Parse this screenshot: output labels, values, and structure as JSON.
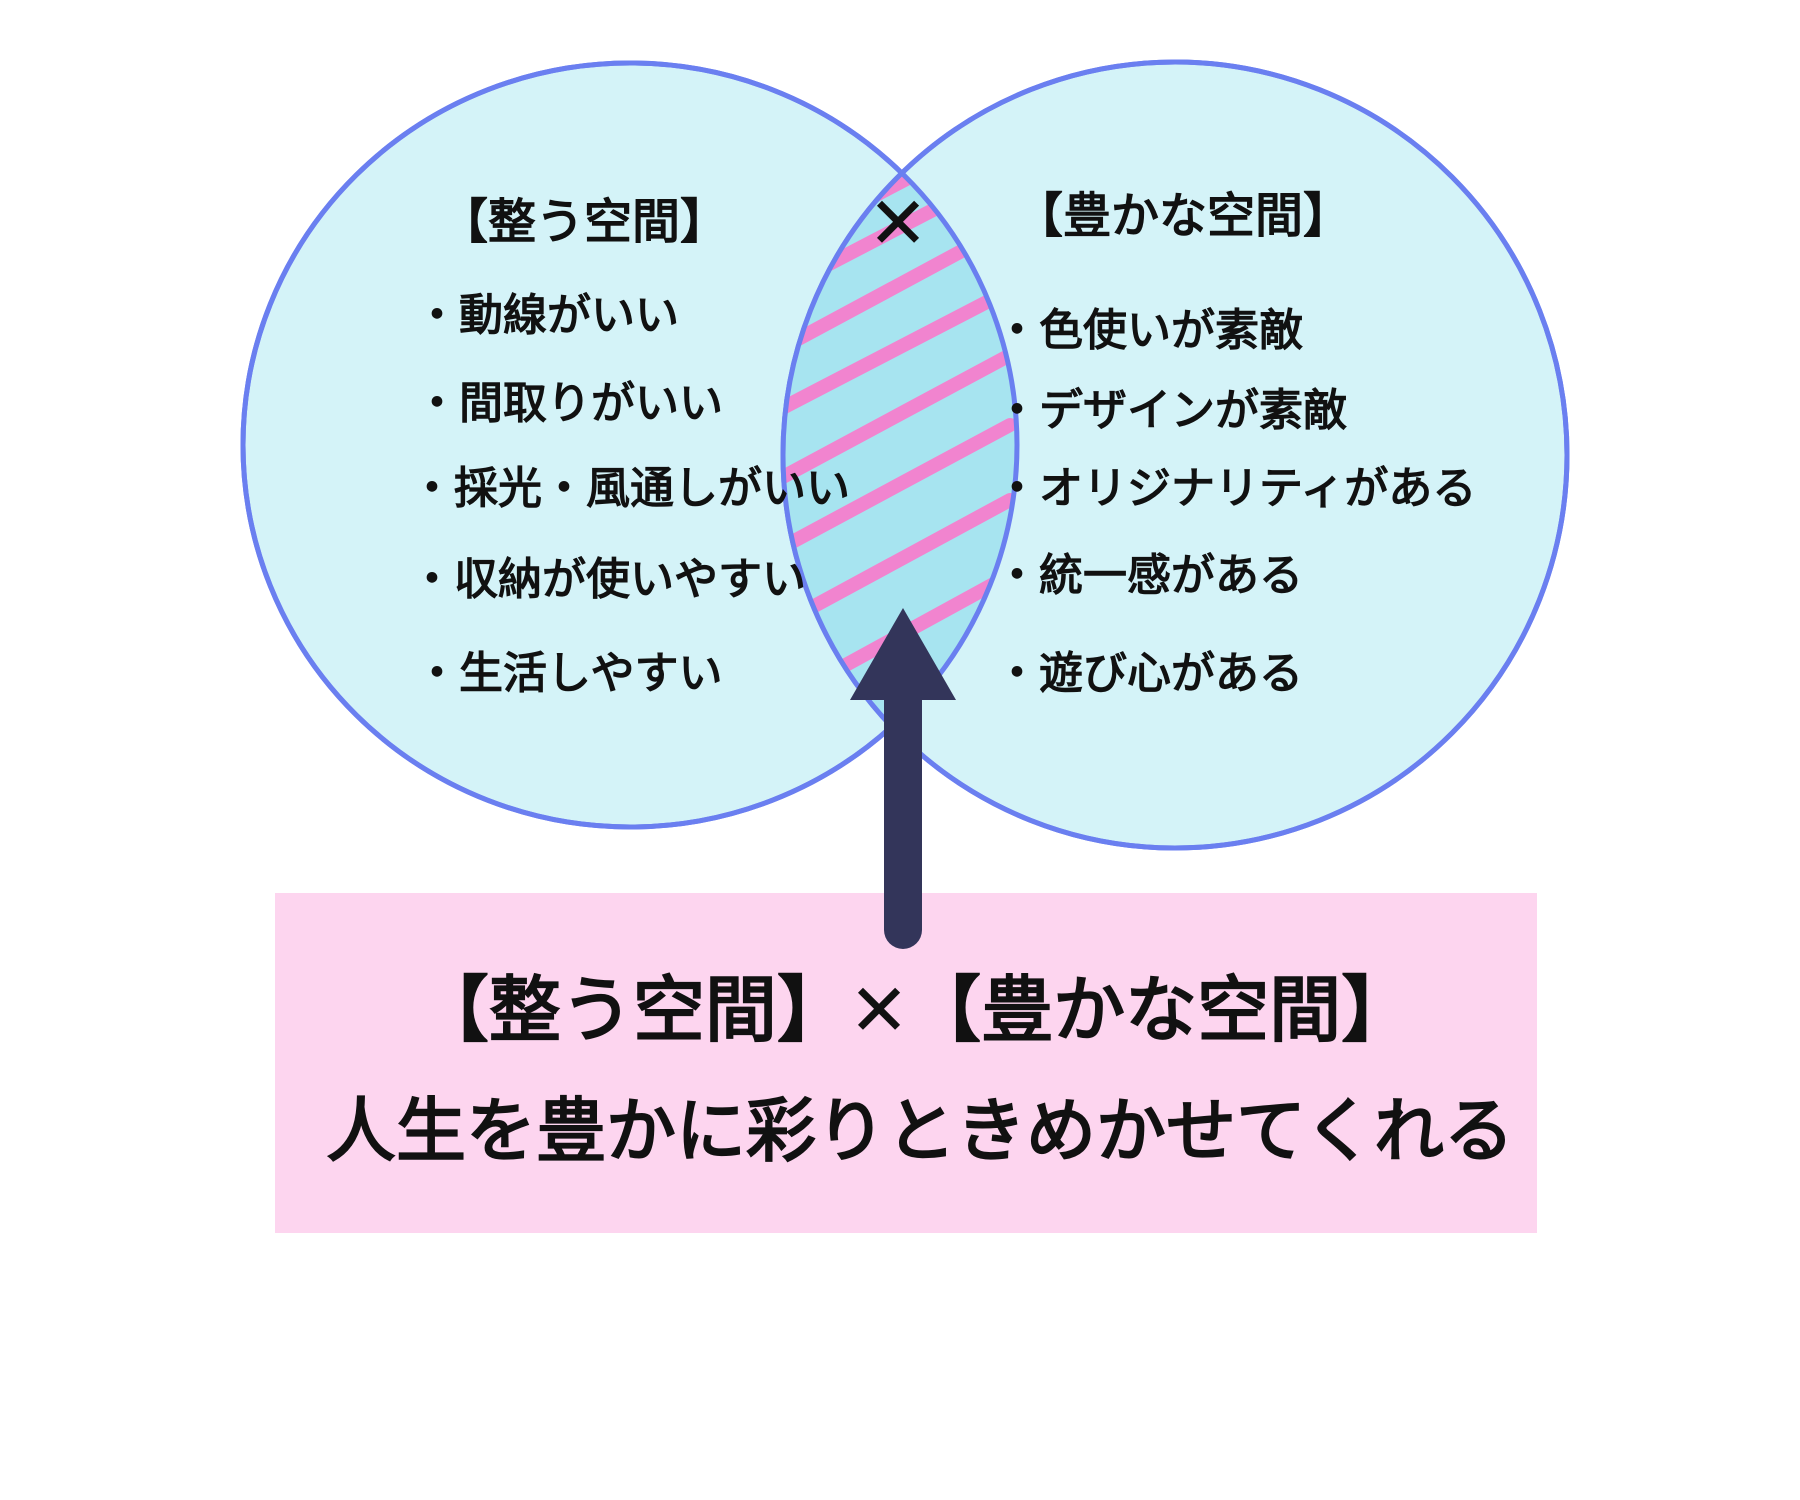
{
  "diagram": {
    "left_circle": {
      "title": "【整う空間】",
      "items": [
        "・動線がいい",
        "・間取りがいい",
        "・採光・風通しがいい",
        "・収納が使いやすい",
        "・生活しやすい"
      ]
    },
    "right_circle": {
      "title": "【豊かな空間】",
      "items": [
        "・色使いが素敵",
        "・デザインが素敵",
        "・オリジナリティがある",
        "・統一感がある",
        "・遊び心がある"
      ]
    },
    "intersection_symbol": "✕",
    "caption": {
      "line1": "【整う空間】✕【豊かな空間】",
      "line2": "人生を豊かに彩りときめかせてくれる"
    },
    "colors": {
      "circle_fill": "#d4f3f8",
      "circle_stroke": "#6a7ff0",
      "hatch": "#f184cf",
      "arrow": "#33355a",
      "caption_bg": "#fdd5ef"
    }
  }
}
